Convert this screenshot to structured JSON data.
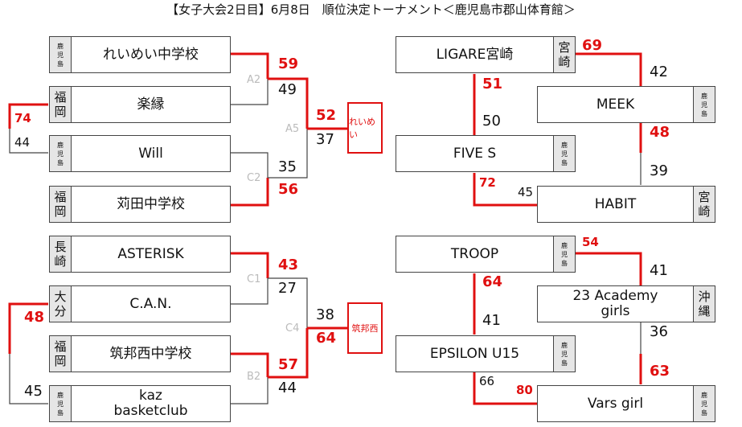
{
  "title": "【女子大会2日目】6月8日　順位決定トーナメント＜鹿児島市郡山体育館＞",
  "teams": {
    "t1": {
      "name": "れいめい中学校",
      "pref": [
        "鹿",
        "児",
        "島"
      ]
    },
    "t2": {
      "name": "楽縁",
      "pref": [
        "福",
        "岡"
      ]
    },
    "t3": {
      "name": "Will",
      "pref": [
        "鹿",
        "児",
        "島"
      ]
    },
    "t4": {
      "name": "苅田中学校",
      "pref": [
        "福",
        "岡"
      ]
    },
    "t5": {
      "name": "ASTERISK",
      "pref": [
        "長",
        "崎"
      ]
    },
    "t6": {
      "name": "C.A.N.",
      "pref": [
        "大",
        "分"
      ]
    },
    "t7": {
      "name": "筑邦西中学校",
      "pref": [
        "福",
        "岡"
      ]
    },
    "t8": {
      "name": "kaz\nbasketclub",
      "pref": [
        "鹿",
        "児",
        "島"
      ]
    },
    "t9": {
      "name": "LIGARE宮崎",
      "pref": [
        "宮",
        "崎"
      ]
    },
    "t10": {
      "name": "MEEK",
      "pref": [
        "鹿",
        "児",
        "島"
      ]
    },
    "t11": {
      "name": "FIVE S",
      "pref": [
        "鹿",
        "児",
        "島"
      ]
    },
    "t12": {
      "name": "HABIT",
      "pref": [
        "宮",
        "崎"
      ]
    },
    "t13": {
      "name": "TROOP",
      "pref": [
        "鹿",
        "児",
        "島"
      ]
    },
    "t14": {
      "name": "23 Academy\ngirls",
      "pref": [
        "沖",
        "縄"
      ]
    },
    "t15": {
      "name": "EPSILON  U15",
      "pref": [
        "鹿",
        "児",
        "島"
      ]
    },
    "t16": {
      "name": "Vars  girl",
      "pref": [
        "鹿",
        "児",
        "島"
      ]
    }
  },
  "scores": {
    "s74": "74",
    "s44a": "44",
    "s59": "59",
    "s49": "49",
    "s35": "35",
    "s56": "56",
    "s52": "52",
    "s37": "37",
    "s43": "43",
    "s27": "27",
    "s48a": "48",
    "s45a": "45",
    "s57": "57",
    "s44b": "44",
    "s38": "38",
    "s64a": "64",
    "s69": "69",
    "s42": "42",
    "s51": "51",
    "s50": "50",
    "s48b": "48",
    "s39": "39",
    "s72": "72",
    "s45b": "45",
    "s54": "54",
    "s41a": "41",
    "s64b": "64",
    "s41b": "41",
    "s36": "36",
    "s63": "63",
    "s66": "66",
    "s80": "80"
  },
  "labels": {
    "A2": "A2",
    "A5": "A5",
    "C2": "C2",
    "C1": "C1",
    "C4": "C4",
    "B2": "B2"
  },
  "winners": {
    "w1": "れいめい",
    "w2": "筑邦西"
  },
  "colors": {
    "win_line": "#e01010",
    "lose_line": "#444444",
    "pref_bg": "#e6e6e6"
  }
}
